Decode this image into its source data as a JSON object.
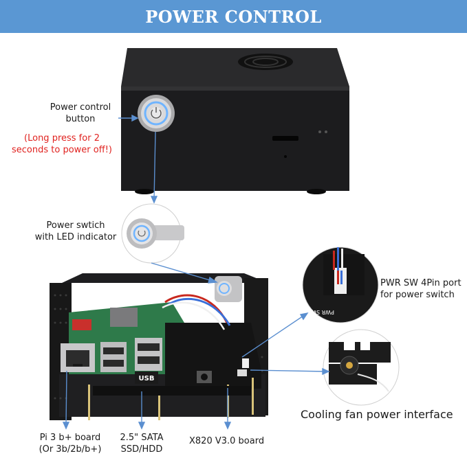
{
  "banner": {
    "title": "POWER CONTROL"
  },
  "callouts": {
    "power_button": {
      "line1": "Power control",
      "line2": "button",
      "note1": "(Long press for 2",
      "note2": "seconds to power off!)"
    },
    "power_switch": {
      "line1": "Power swtich",
      "line2": "with LED indicator"
    },
    "pwr_port": {
      "line1": "PWR SW 4Pin port",
      "line2": "for power switch"
    },
    "fan": {
      "text": "Cooling fan power interface"
    },
    "pi_board": {
      "line1": "Pi 3 b+ board",
      "line2": "(Or 3b/2b/b+)"
    },
    "sata": {
      "line1": "2.5\" SATA",
      "line2": "SSD/HDD"
    },
    "x820": {
      "text": "X820 V3.0 board"
    }
  },
  "board_markings": {
    "usb": "USB",
    "pwr_sw": "PWR SW"
  },
  "icons": [
    "power-button-icon",
    "led-ring-icon",
    "cooling-fan-icon",
    "ethernet-port-icon",
    "usb-port-icon"
  ],
  "colors": {
    "banner": "#5a97d3",
    "leader": "#5b8fd0",
    "warning": "#e0221f",
    "case": "#1c1c1e",
    "pcb": "#2e7a4a"
  }
}
